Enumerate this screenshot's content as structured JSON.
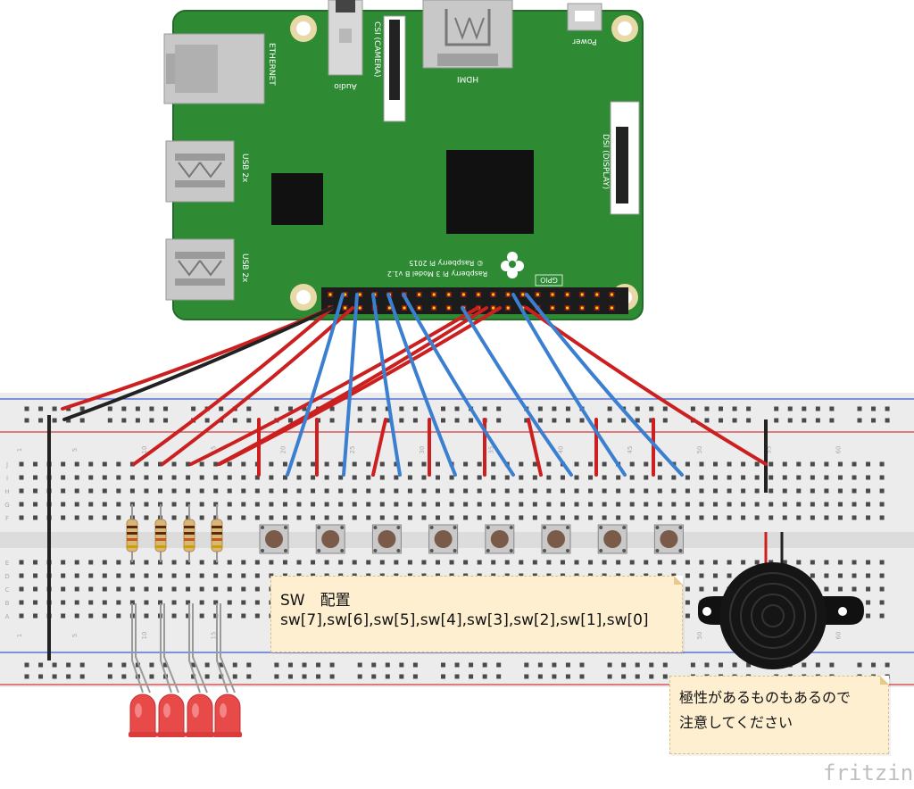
{
  "colors": {
    "pcb_green": "#2e8b34",
    "wire_red": "#cc1f1f",
    "wire_blue": "#3b7fd0",
    "wire_black": "#222222",
    "breadboard": "#ececec",
    "rail_red": "#d23a3a",
    "rail_blue": "#3a5ad2",
    "note_bg": "#fdefcf"
  },
  "pi_board": {
    "model_label": "Raspberry Pi 3 Model B v1.2",
    "copyright_label": "© Raspberry Pi 2015",
    "ethernet_label": "ETHERNET",
    "audio_label": "Audio",
    "camera_label": "CSI (CAMERA)",
    "hdmi_label": "HDMI",
    "power_label": "Power",
    "usb_label_1": "USB 2x",
    "usb_label_2": "USB 2x",
    "display_label": "DSI (DISPLAY)",
    "gpio_label": "GPIO"
  },
  "breadboard": {
    "row_letters_top": [
      "J",
      "I",
      "H",
      "G",
      "F"
    ],
    "row_letters_bottom": [
      "E",
      "D",
      "C",
      "B",
      "A"
    ],
    "column_numbers": [
      "1",
      "5",
      "10",
      "15",
      "20",
      "25",
      "30",
      "35",
      "40",
      "45",
      "50",
      "55",
      "60"
    ]
  },
  "notes": {
    "sw_title": "SW　配置",
    "sw_order": "sw[7],sw[6],sw[5],sw[4],sw[3],sw[2],sw[1],sw[0]",
    "polarity_line1": "極性があるものもあるので",
    "polarity_line2": "注意してください"
  },
  "logo": "fritzing"
}
